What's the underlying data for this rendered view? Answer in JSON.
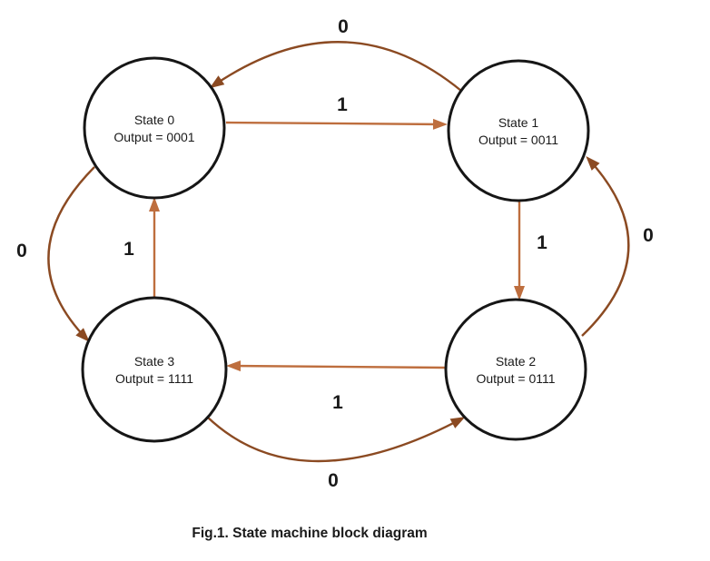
{
  "figure": {
    "caption": "Fig.1. State machine block diagram"
  },
  "colors": {
    "node_stroke": "#161616",
    "node_fill": "#ffffff",
    "straight_arrow": "#BE6E3E",
    "curved_arrow": "#8B4A22",
    "text": "#1a1a1a"
  },
  "states": {
    "s0": {
      "name": "State 0",
      "output": "Output = 0001"
    },
    "s1": {
      "name": "State 1",
      "output": "Output = 0011"
    },
    "s2": {
      "name": "State 2",
      "output": "Output = 0111"
    },
    "s3": {
      "name": "State 3",
      "output": "Output = 1111"
    }
  },
  "transitions": {
    "s0_to_s1": {
      "from": "State 0",
      "to": "State 1",
      "input": "1"
    },
    "s1_to_s0": {
      "from": "State 1",
      "to": "State 0",
      "input": "0"
    },
    "s1_to_s2": {
      "from": "State 1",
      "to": "State 2",
      "input": "1"
    },
    "s2_to_s1": {
      "from": "State 2",
      "to": "State 1",
      "input": "0"
    },
    "s2_to_s3": {
      "from": "State 2",
      "to": "State 3",
      "input": "1"
    },
    "s3_to_s2": {
      "from": "State 3",
      "to": "State 2",
      "input": "0"
    },
    "s3_to_s0": {
      "from": "State 3",
      "to": "State 0",
      "input": "1"
    },
    "s0_to_s3": {
      "from": "State 0",
      "to": "State 3",
      "input": "0"
    }
  }
}
